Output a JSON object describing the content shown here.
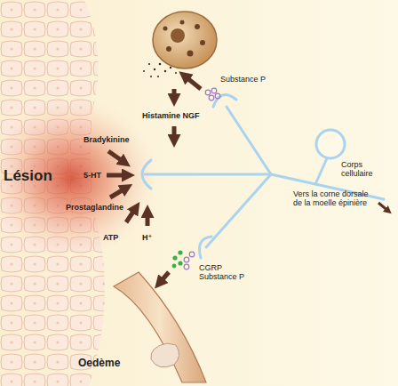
{
  "diagram": {
    "labels": [
      "Lésion",
      "Bradykinine",
      "5-HT",
      "Prostaglandine",
      "ATP",
      "H⁺",
      "Histamine NGF",
      "Substance P",
      "Corps cellulaire",
      "Vers la corne dorsale de la moelle épinière",
      "CGRP Substance P",
      "Oedème"
    ]
  }
}
